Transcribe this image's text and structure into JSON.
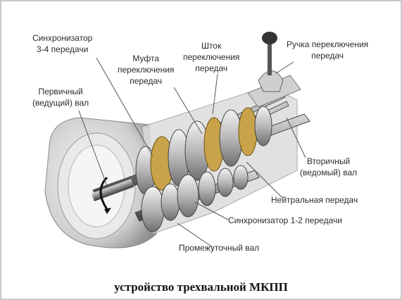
{
  "labels": {
    "sync_34_line1": "Синхронизатор",
    "sync_34_line2": "3-4 передачи",
    "clutch_line1": "Муфта",
    "clutch_line2": "переключения",
    "clutch_line3": "передач",
    "rod_line1": "Шток",
    "rod_line2": "переключения",
    "rod_line3": "передач",
    "lever_line1": "Ручка переключения",
    "lever_line2": "передач",
    "primary_line1": "Первичный",
    "primary_line2": "(ведущий) вал",
    "secondary_line1": "Вторичный",
    "secondary_line2": "(ведомый) вал",
    "neutral": "Нейтральная передач",
    "sync_12": "Синхронизатор 1-2 передачи",
    "countershaft": "Промежуточный вал"
  },
  "caption": "устройство трехвальной МКПП",
  "colors": {
    "metal_light": "#e6e6e6",
    "metal_mid": "#a9a9a9",
    "metal_dark": "#555555",
    "brass": "#c9a24a",
    "leader": "#555555"
  }
}
